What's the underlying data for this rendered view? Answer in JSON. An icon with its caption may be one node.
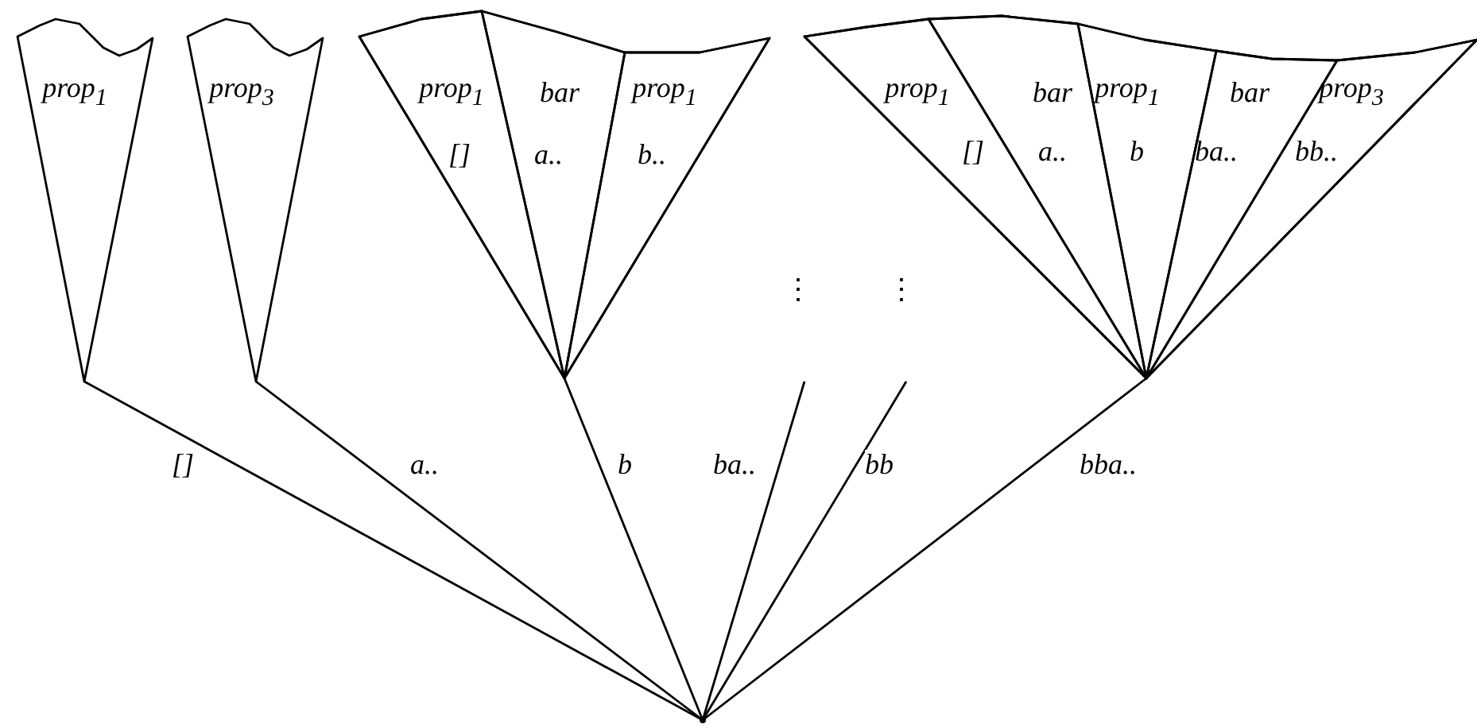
{
  "diagram": {
    "nodes": [
      {
        "text": [
          "prop$_{1}$"
        ]
      },
      {
        "text": [
          "prop$_{3}$"
        ]
      },
      {
        "text": [],
        "shape": "cone"
      },
      {
        "text": [
          "prop$_{1}$",
          "[]"
        ],
        "in": 2
      },
      {
        "text": [
          "bar",
          "a.."
        ],
        "in": 2
      },
      {
        "text": [
          "prop$_{1}$",
          "b.."
        ],
        "in": 2
      },
      {
        "text": [],
        "shape": "cone"
      },
      {
        "text": [
          "prop$_{1}$",
          "[]"
        ],
        "in": 6
      },
      {
        "text": [
          "bar",
          "a.."
        ],
        "in": 6
      },
      {
        "text": [
          "prop$_{1}$",
          "b"
        ],
        "in": 6
      },
      {
        "text": [
          "bar",
          "ba.."
        ],
        "in": 6
      },
      {
        "text": [
          "prop$_{3}$",
          "bb.."
        ],
        "in": 6
      },
      {
        "text": [],
        "shape": "point"
      }
    ],
    "edges": [
      {
        "from": 12,
        "to": 0,
        "arrow": "none",
        "label": "[]"
      },
      {
        "from": 12,
        "to": 1,
        "arrow": "none",
        "label": "a.."
      },
      {
        "from": 12,
        "to": 2,
        "arrow": "none",
        "label": "b"
      },
      {
        "from": 12,
        "to": null,
        "arrow": "none",
        "label": "ba.."
      },
      {
        "from": 12,
        "to": null,
        "arrow": "none",
        "label": "bb"
      },
      {
        "from": 12,
        "to": 6,
        "arrow": "none",
        "label": "bba.."
      }
    ],
    "labels": [
      "⋮",
      "⋮"
    ]
  }
}
